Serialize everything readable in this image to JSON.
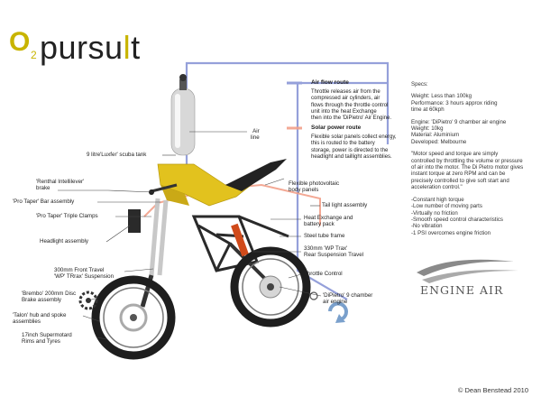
{
  "logo": {
    "o": "O",
    "sub": "2",
    "word_a": "pursu",
    "word_b": "l",
    "word_c": "t"
  },
  "labels": {
    "air_line": "Air line",
    "scuba": "9 litre'Luxfer' scuba tank",
    "renthal": "'Renthal Intellilever'\nbrake",
    "pro_taper_bar": "'Pro Taper' Bar assembly",
    "pro_taper_clamps": "'Pro Taper' Triple Clamps",
    "headlight": "Headlight assembly",
    "fork": "300mm Front Travel\n'WP' TRrax' Suspension",
    "brembo": "'Brembo' 200mm Disc\nBrake assembly",
    "talon": "'Talon' hub and spoke\nassemblies",
    "tyres": "17inch Supermotard\nRims and Tyres",
    "flexible_panels": "Flexible photovoltaic\nbody panels",
    "taillight": "Tail light assembly",
    "heat_exchange": "Heat Exchange and\nbattery pack",
    "steel_frame": "Steel tube frame",
    "rear_susp": "330mm 'WP Trax'\nRear Suspension Travel",
    "throttle": "Throttle Control",
    "dipietro": "'DiPietro' 9 chamber\nair engine"
  },
  "legend": {
    "air_title": "Air flow route",
    "air_text_1": "Throttle releases air from the",
    "air_text_2": "compressed air cylinders, air",
    "air_text_3": "flows through the throttle control",
    "air_text_4": "unit into the heat Exchange",
    "air_text_5": "then into the 'DiPietro' Air Engine.",
    "solar_title": "Solar power route",
    "solar_text_1": "Flexible solar panels collect energy,",
    "solar_text_2": "this is routed to the battery",
    "solar_text_3": "storage, power is directed to the",
    "solar_text_4": "headlight and taillight assemblies."
  },
  "specs": {
    "heading": "Specs:",
    "l1": "Weight: Less than 100kg",
    "l2": "Performance: 3 hours approx riding",
    "l3": "time at 60kph",
    "l4": "Engine: 'DiPietro' 9 chamber air engine",
    "l5": "Weight: 10kg",
    "l6": "Material: Aluminium",
    "l7": "Developed: Melbourne",
    "q1": "\"Motor speed and torque are simply",
    "q2": "controlled by throttling the volume or pressure",
    "q3": "of air into the motor. The Di Pietro motor gives",
    "q4": "instant torque at zero RPM and can be",
    "q5": "precisely controlled to give soft start and",
    "q6": "acceleration control.\"",
    "b1": "-Constant high torque",
    "b2": "-Low number of moving parts",
    "b3": "-Virtually no friction",
    "b4": "-Smooth speed control characteristics",
    "b5": "-No vibration",
    "b6": "-1 PSI overcomes engine friction"
  },
  "engine_air": "ENGINE AIR",
  "credit": "© Dean Benstead 2010",
  "colors": {
    "air_line": "#8a96d6",
    "solar_line": "#f2a08a",
    "tank_body": "#d7d7d7",
    "body_yellow": "#e2c21e",
    "frame_dark": "#2a2a2a",
    "leader": "#444444",
    "logo_yellow": "#c8b400"
  }
}
